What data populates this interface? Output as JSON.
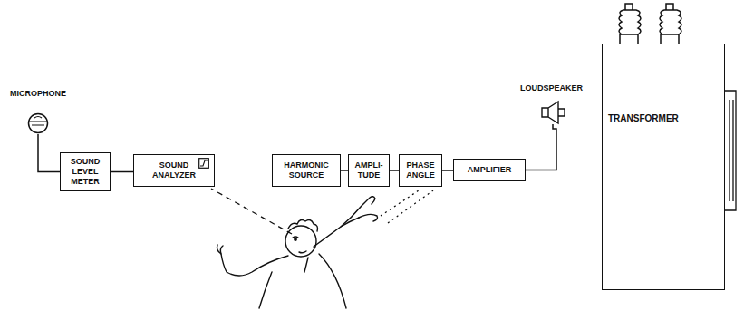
{
  "diagram": {
    "nodes": [
      {
        "text": [
          "MICROPHONE"
        ]
      },
      {
        "text": [
          "SOUND LEVEL METER"
        ]
      },
      {
        "text": [
          "SOUND ANALYZER"
        ]
      },
      {
        "text": [
          "HARMONIC SOURCE"
        ]
      },
      {
        "text": [
          "AMPLI- TUDE"
        ]
      },
      {
        "text": [
          "PHASE ANGLE"
        ]
      },
      {
        "text": [
          "AMPLIFIER"
        ]
      },
      {
        "text": [
          "LOUDSPEAKER"
        ]
      },
      {
        "text": [
          "TRANSFORMER"
        ]
      }
    ],
    "edges": [
      {
        "from": 0,
        "to": 1,
        "arrow": "none"
      },
      {
        "from": 1,
        "to": 2,
        "arrow": "none"
      },
      {
        "from": 3,
        "to": 4,
        "arrow": "none"
      },
      {
        "from": 4,
        "to": 5,
        "arrow": "none"
      },
      {
        "from": 5,
        "to": 6,
        "arrow": "none"
      },
      {
        "from": 6,
        "to": 7,
        "arrow": "none"
      }
    ]
  }
}
